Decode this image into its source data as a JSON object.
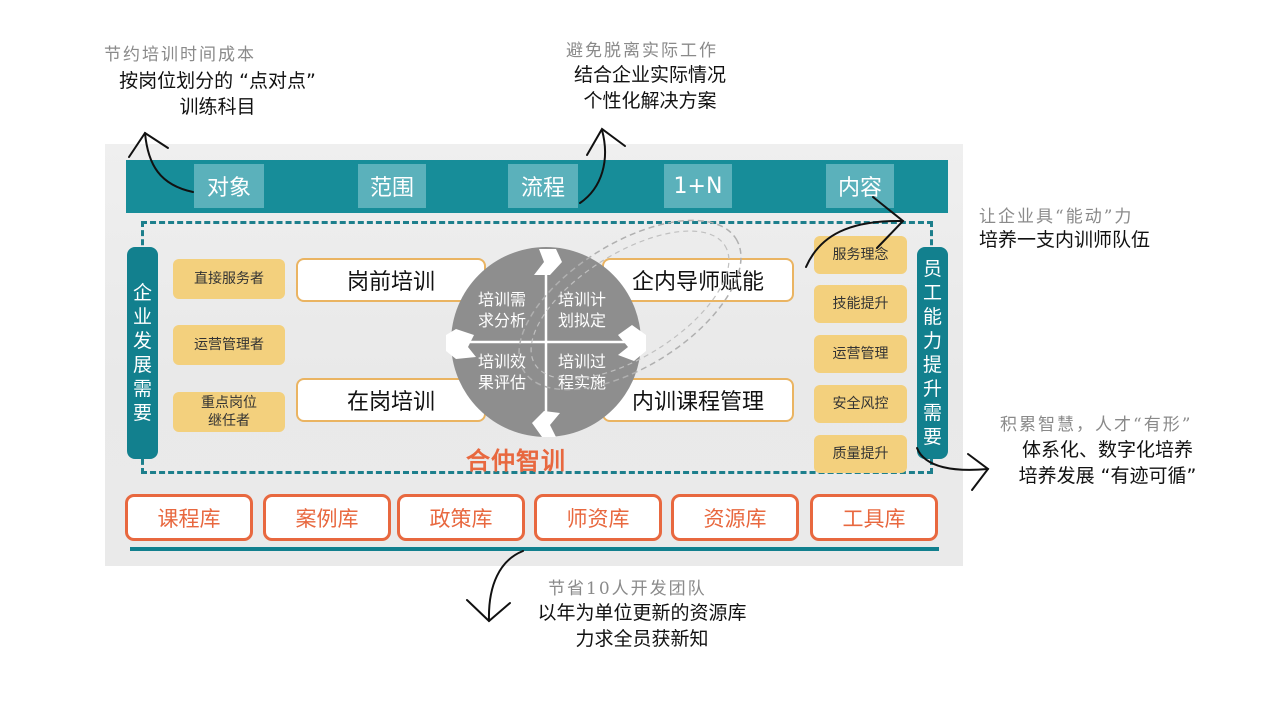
{
  "annotations": {
    "top_left": {
      "subtitle": "节约培训时间成本",
      "lines": [
        "按岗位划分的 “点对点”",
        "训练科目"
      ]
    },
    "top_center": {
      "subtitle": "避免脱离实际工作",
      "lines": [
        "结合企业实际情况",
        "个性化解决方案"
      ]
    },
    "right_top": {
      "subtitle": "让企业具“能动”力",
      "lines": [
        "培养一支内训师队伍"
      ]
    },
    "right_bottom": {
      "subtitle": "积累智慧，人才“有形”",
      "lines": [
        "体系化、数字化培养",
        "培养发展 “有迹可循”"
      ]
    },
    "bottom": {
      "subtitle": "节省10人开发团队",
      "lines": [
        "以年为单位更新的资源库",
        "力求全员获新知"
      ]
    }
  },
  "top_tabs": [
    "对象",
    "范围",
    "流程",
    "1+N",
    "内容"
  ],
  "left_bar": {
    "label": [
      "企",
      "业",
      "发",
      "展",
      "需",
      "要"
    ]
  },
  "right_bar": {
    "label": [
      "员",
      "工",
      "能",
      "力",
      "提",
      "升",
      "需",
      "要"
    ]
  },
  "roles": [
    "直接服务者",
    "运营管理者",
    "重点岗位\n继任者"
  ],
  "trainings": {
    "pre_job": "岗前培训",
    "on_job": "在岗培训",
    "trainer_empower": "企内导师赋能",
    "course_mgmt": "内训课程管理"
  },
  "cycle": {
    "q1": [
      "培训需",
      "求分析"
    ],
    "q2": [
      "培训计",
      "划拟定"
    ],
    "q3": [
      "培训效",
      "果评估"
    ],
    "q4": [
      "培训过",
      "程实施"
    ]
  },
  "outcomes": [
    "服务理念",
    "技能提升",
    "运营管理",
    "安全风控",
    "质量提升"
  ],
  "logo": "合仲智训",
  "libraries": [
    "课程库",
    "案例库",
    "政策库",
    "师资库",
    "资源库",
    "工具库"
  ],
  "colors": {
    "teal": "#178d99",
    "orange": "#e8683f",
    "yellow": "#f3d07d",
    "gray_circle": "#8e8e8e"
  }
}
